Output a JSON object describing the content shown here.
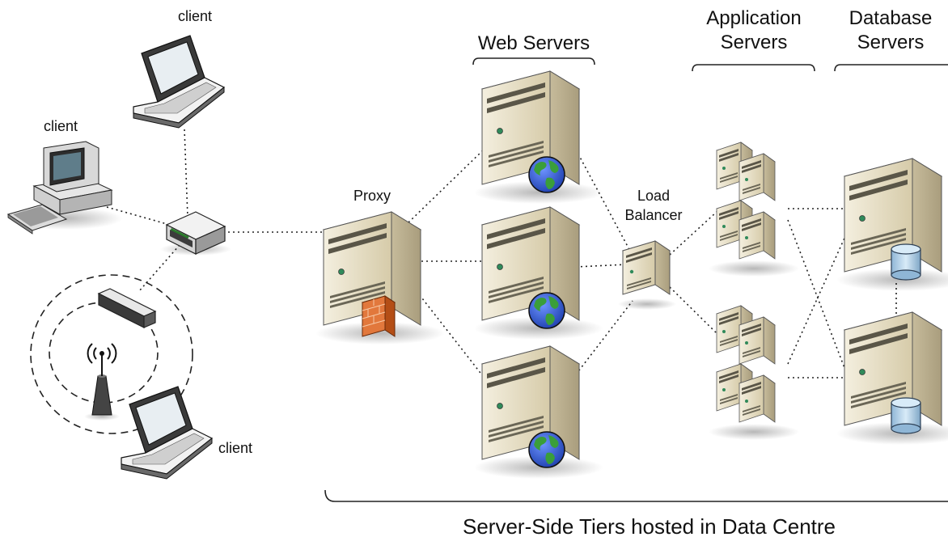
{
  "labels": {
    "client_top": "client",
    "client_left": "client",
    "client_bottom": "client",
    "proxy": "Proxy",
    "load_balancer_line1": "Load",
    "load_balancer_line2": "Balancer",
    "web_servers": "Web Servers",
    "app_servers_line1": "Application",
    "app_servers_line2": "Servers",
    "db_servers_line1": "Database",
    "db_servers_line2": "Servers",
    "footer": "Server-Side Tiers hosted in Data Centre"
  },
  "colors": {
    "server_body": "#ddd3b8",
    "server_side": "#b8ad90",
    "globe_ocean": "#2e5bd6",
    "globe_land": "#3a9e3a",
    "firewall": "#e2783c",
    "database": "#a9cde6",
    "connection_line": "#222222"
  },
  "icons": [
    "laptop-icon",
    "desktop-computer-icon",
    "network-switch-icon",
    "wireless-router-icon",
    "antenna-icon",
    "web-server-icon",
    "proxy-firewall-server-icon",
    "load-balancer-icon",
    "app-server-icon",
    "database-server-icon"
  ]
}
